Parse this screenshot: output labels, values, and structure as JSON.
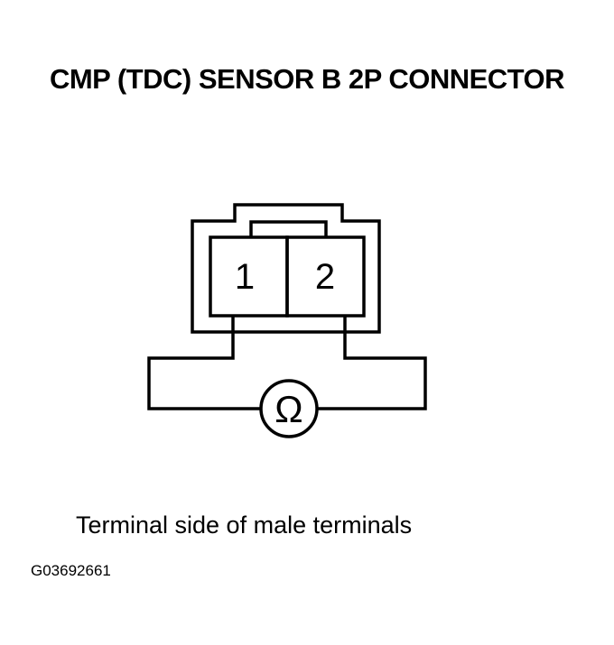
{
  "title": "CMP (TDC) SENSOR B 2P CONNECTOR",
  "connector": {
    "terminals": [
      "1",
      "2"
    ]
  },
  "meter_symbol": "Ω",
  "caption": "Terminal side of male terminals",
  "figure_id": "G03692661",
  "colors": {
    "line": "#000000",
    "background": "#ffffff"
  }
}
